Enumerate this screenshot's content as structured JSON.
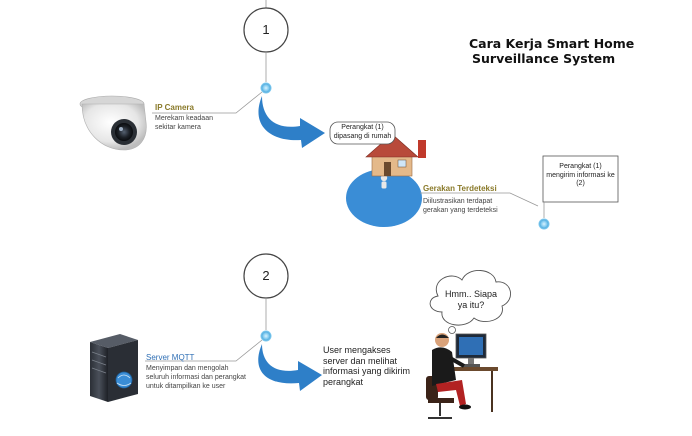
{
  "title": {
    "line1": "Cara Kerja Smart Home",
    "line2": "Surveillance System"
  },
  "steps": [
    {
      "number": "1"
    },
    {
      "number": "2"
    }
  ],
  "ip_camera": {
    "label": "IP Camera",
    "desc": "Merekam keadaan\nsekitar kamera"
  },
  "device_note_top": {
    "text": "Perangkat (1)\ndipasang di rumah"
  },
  "motion": {
    "label": "Gerakan Terdeteksi",
    "desc": "Diilustrasikan terdapat\ngerakan yang terdeteksi"
  },
  "device_note_right": {
    "text": "Perangkat (1)\nmengirim informasi ke\n(2)"
  },
  "server": {
    "label": "Server MQTT",
    "desc": "Menyimpan dan mengolah\nseluruh informasi dan perangkat\nuntuk ditampilkan ke user"
  },
  "user_note": {
    "text": "User mengakses\nserver dan melihat\ninformasi yang dikirim\nperangkat"
  },
  "thought": {
    "text": "Hmm.. Siapa\nya itu?"
  },
  "colors": {
    "arrow": "#2e7fc8",
    "blob": "#3a8dd6",
    "dot": "#5bb6e8",
    "house_roof": "#b84a3a",
    "house_wall": "#e4b98a"
  }
}
